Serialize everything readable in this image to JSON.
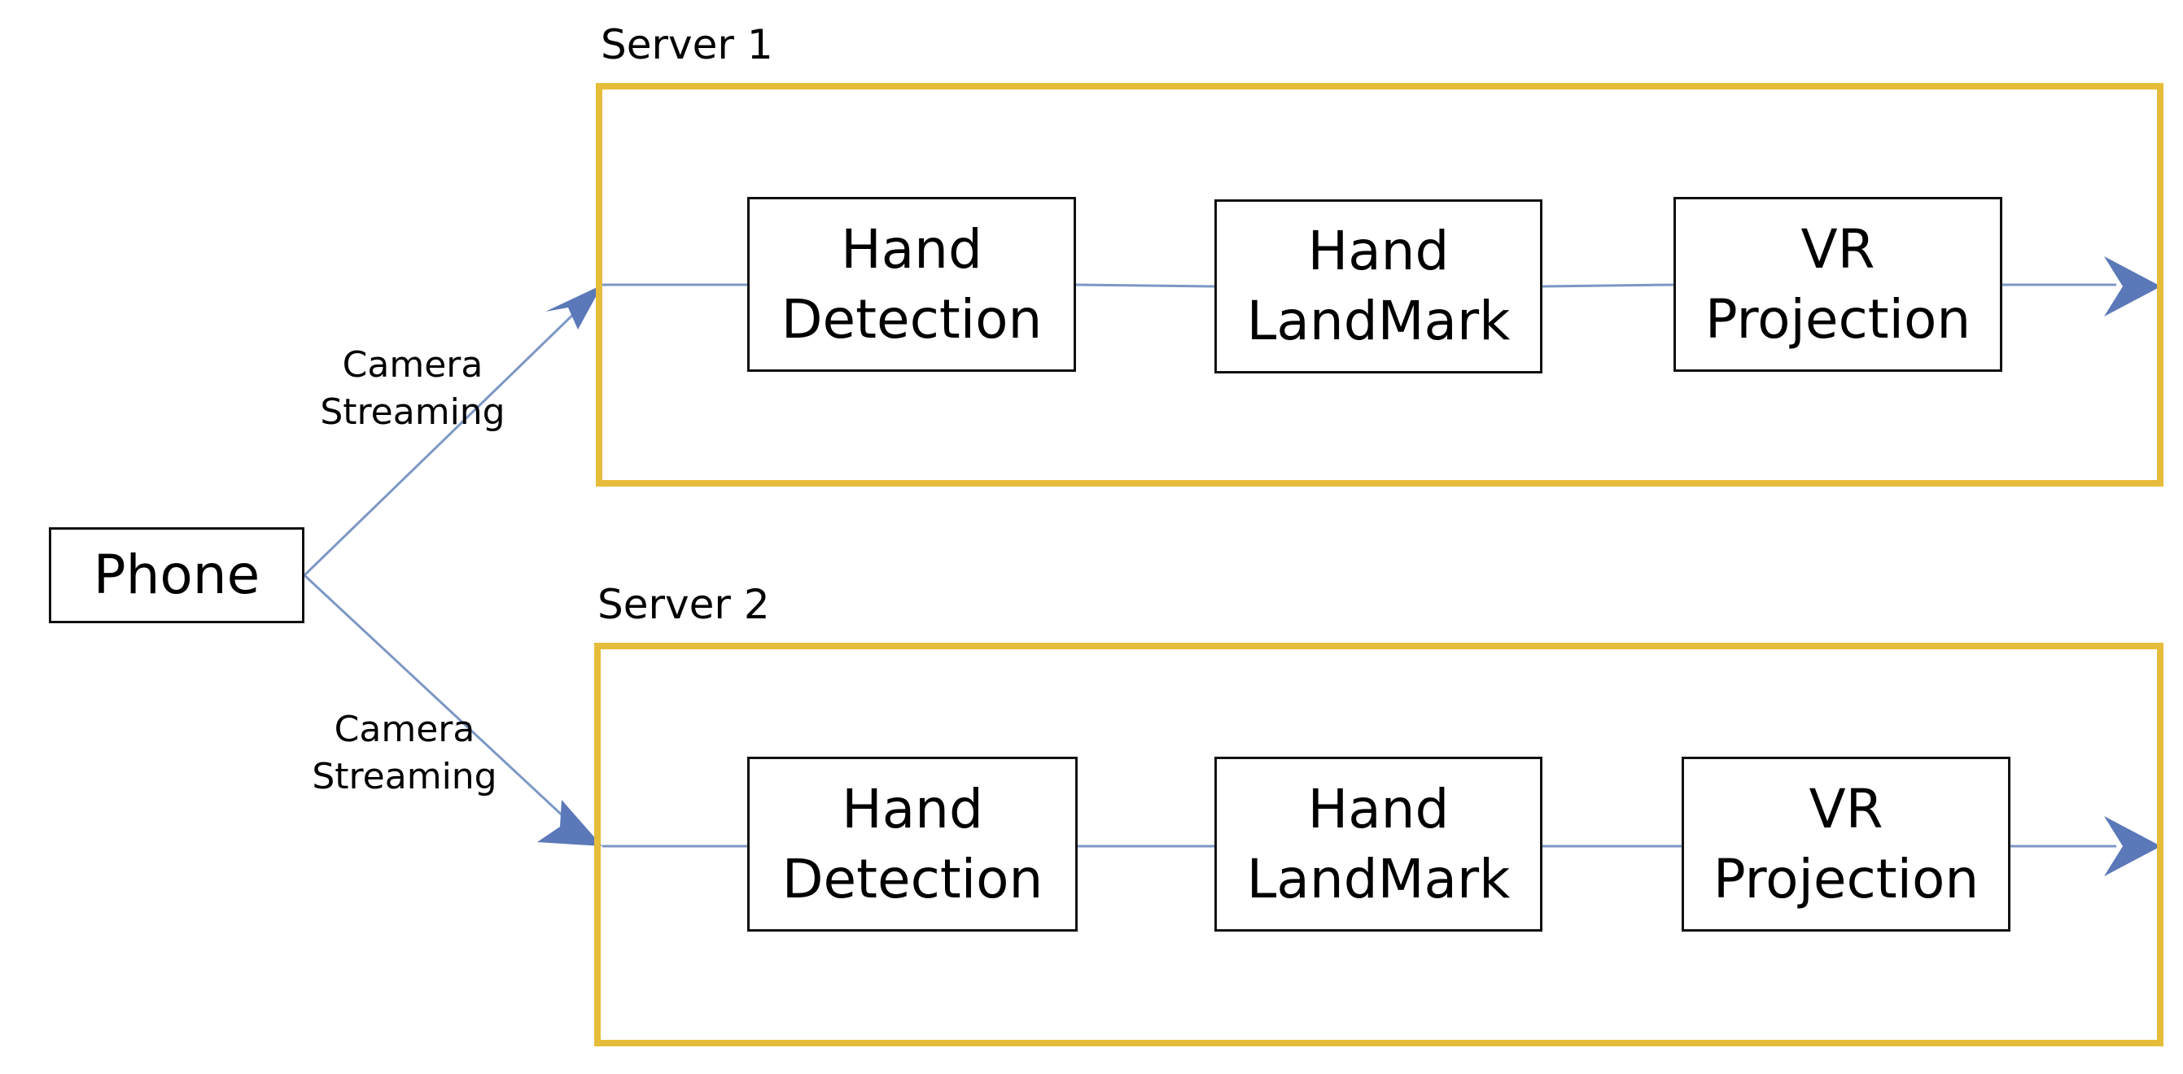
{
  "colors": {
    "server_border": "#e6bd3a",
    "connector": "#7d97c5",
    "arrowhead": "#5b78b8",
    "box_border": "#111111"
  },
  "phone": {
    "label": "Phone"
  },
  "connections": {
    "to_server_1": {
      "line1": "Camera",
      "line2": "Streaming"
    },
    "to_server_2": {
      "line1": "Camera",
      "line2": "Streaming"
    }
  },
  "servers": [
    {
      "title": "Server 1",
      "stages": [
        {
          "line1": "Hand",
          "line2": "Detection"
        },
        {
          "line1": "Hand",
          "line2": "LandMark"
        },
        {
          "line1": "VR",
          "line2": "Projection"
        }
      ]
    },
    {
      "title": "Server 2",
      "stages": [
        {
          "line1": "Hand",
          "line2": "Detection"
        },
        {
          "line1": "Hand",
          "line2": "LandMark"
        },
        {
          "line1": "VR",
          "line2": "Projection"
        }
      ]
    }
  ]
}
